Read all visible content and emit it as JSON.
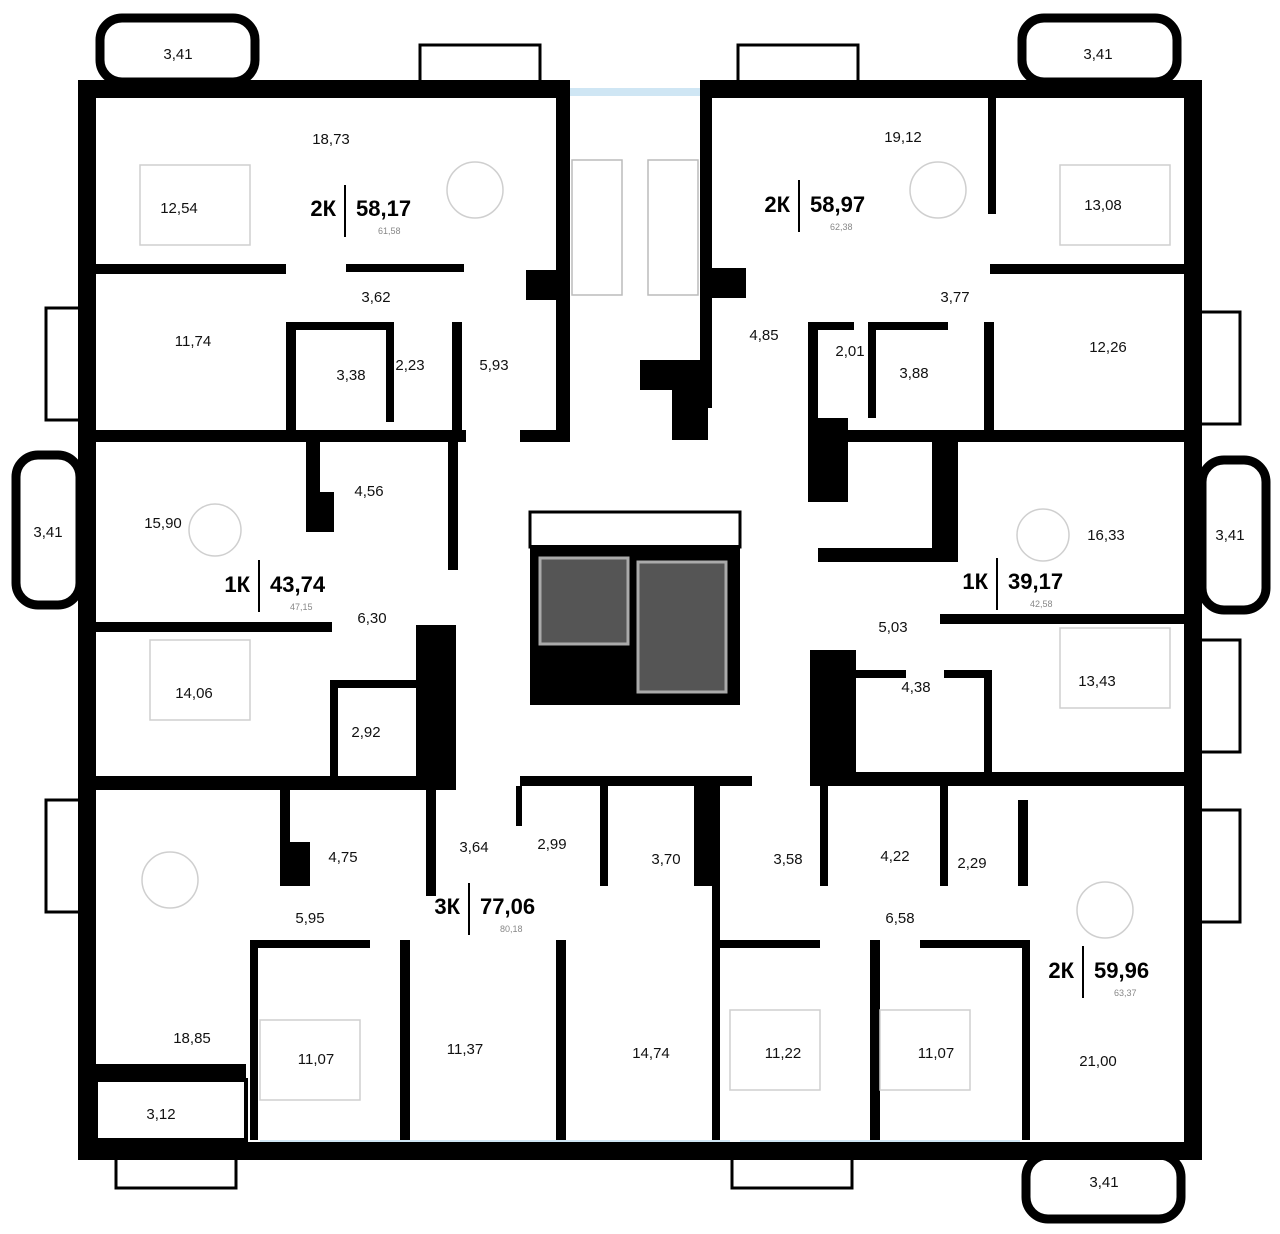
{
  "apartments": [
    {
      "id": "nw",
      "type": "2К",
      "area": "58,17",
      "total": "61,58"
    },
    {
      "id": "ne",
      "type": "2К",
      "area": "58,97",
      "total": "62,38"
    },
    {
      "id": "w",
      "type": "1К",
      "area": "43,74",
      "total": "47,15"
    },
    {
      "id": "e",
      "type": "1К",
      "area": "39,17",
      "total": "42,58"
    },
    {
      "id": "s",
      "type": "3К",
      "area": "77,06",
      "total": "80,18"
    },
    {
      "id": "se",
      "type": "2К",
      "area": "59,96",
      "total": "63,37"
    }
  ],
  "rooms": [
    "3,41",
    "3,41",
    "18,73",
    "12,54",
    "19,12",
    "13,08",
    "3,62",
    "3,77",
    "11,74",
    "3,38",
    "2,23",
    "5,93",
    "4,85",
    "2,01",
    "3,88",
    "12,26",
    "3,41",
    "15,90",
    "4,56",
    "16,33",
    "3,41",
    "6,30",
    "5,03",
    "14,06",
    "13,43",
    "4,38",
    "2,92",
    "4,75",
    "3,64",
    "2,99",
    "3,70",
    "3,58",
    "4,22",
    "2,29",
    "5,95",
    "6,58",
    "18,85",
    "11,07",
    "11,37",
    "14,74",
    "11,22",
    "11,07",
    "21,00",
    "3,12",
    "3,41"
  ]
}
